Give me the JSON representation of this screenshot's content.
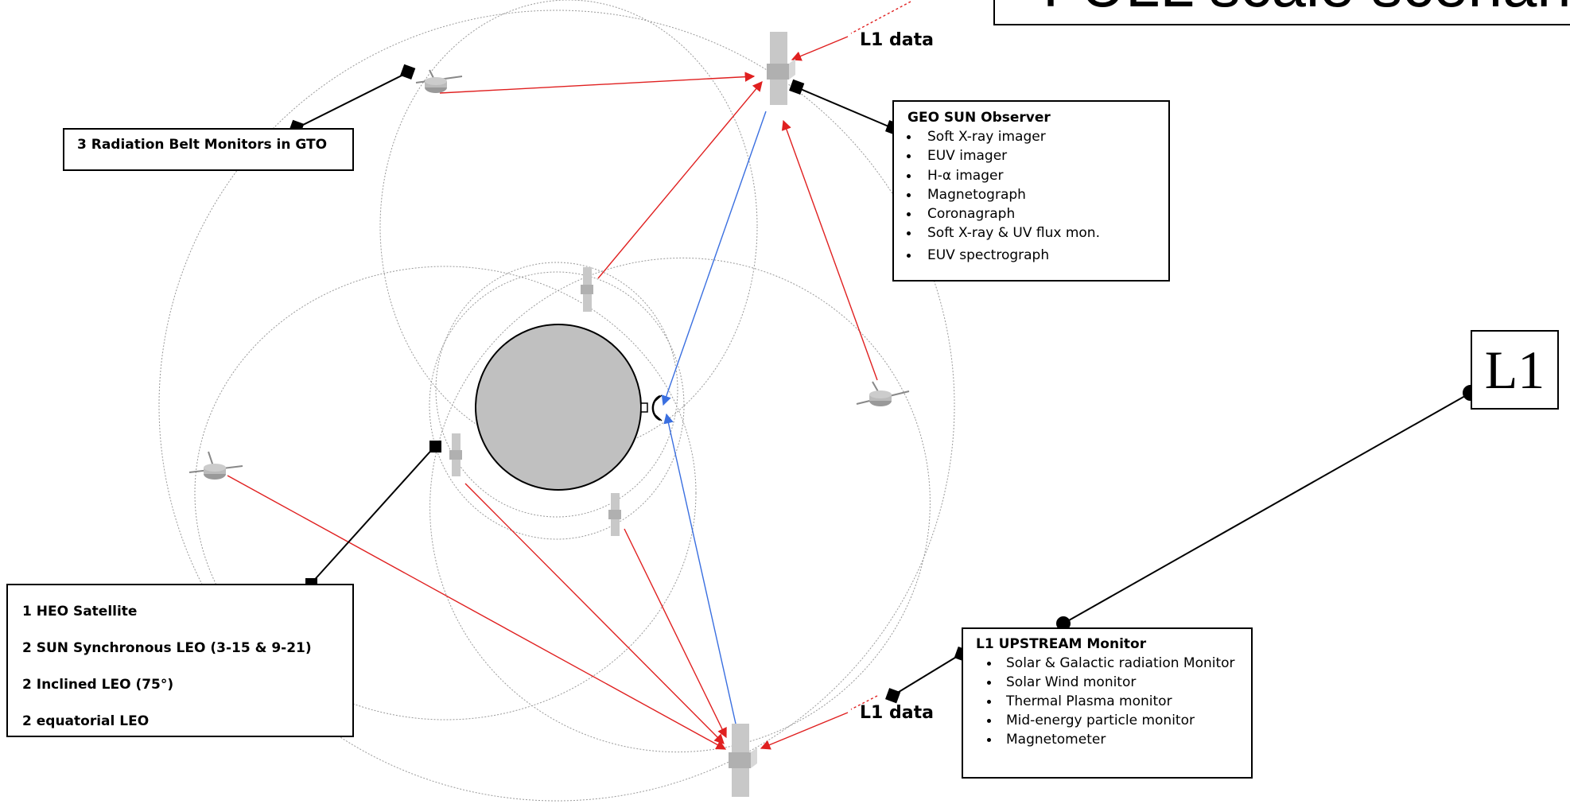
{
  "title": "FULL scale scenario",
  "l1_node": "L1",
  "l1_data_labels": [
    "L1 data",
    "L1 data"
  ],
  "gto_box": {
    "title": "3 Radiation Belt Monitors in GTO"
  },
  "geo_box": {
    "title": "GEO SUN Observer",
    "items": [
      "Soft X-ray imager",
      "EUV imager",
      "H-α imager",
      "Magnetograph",
      "Coronagraph",
      "Soft X-ray & UV flux mon.",
      "EUV spectrograph"
    ]
  },
  "heo_box": {
    "lines": [
      "1 HEO Satellite",
      "2 SUN Synchronous LEO (3-15 & 9-21)",
      "2 Inclined LEO (75°)",
      "2 equatorial LEO"
    ]
  },
  "l1_monitor_box": {
    "title": "L1 UPSTREAM Monitor",
    "items": [
      "Solar & Galactic radiation Monitor",
      "Solar Wind monitor",
      "Thermal Plasma monitor",
      "Mid-energy particle monitor",
      "Magnetometer"
    ]
  },
  "colors": {
    "data_link": "#e02020",
    "relay_link": "#3a6fe0",
    "earth": "#c0c0c0",
    "orbit": "#9a9a9a"
  }
}
